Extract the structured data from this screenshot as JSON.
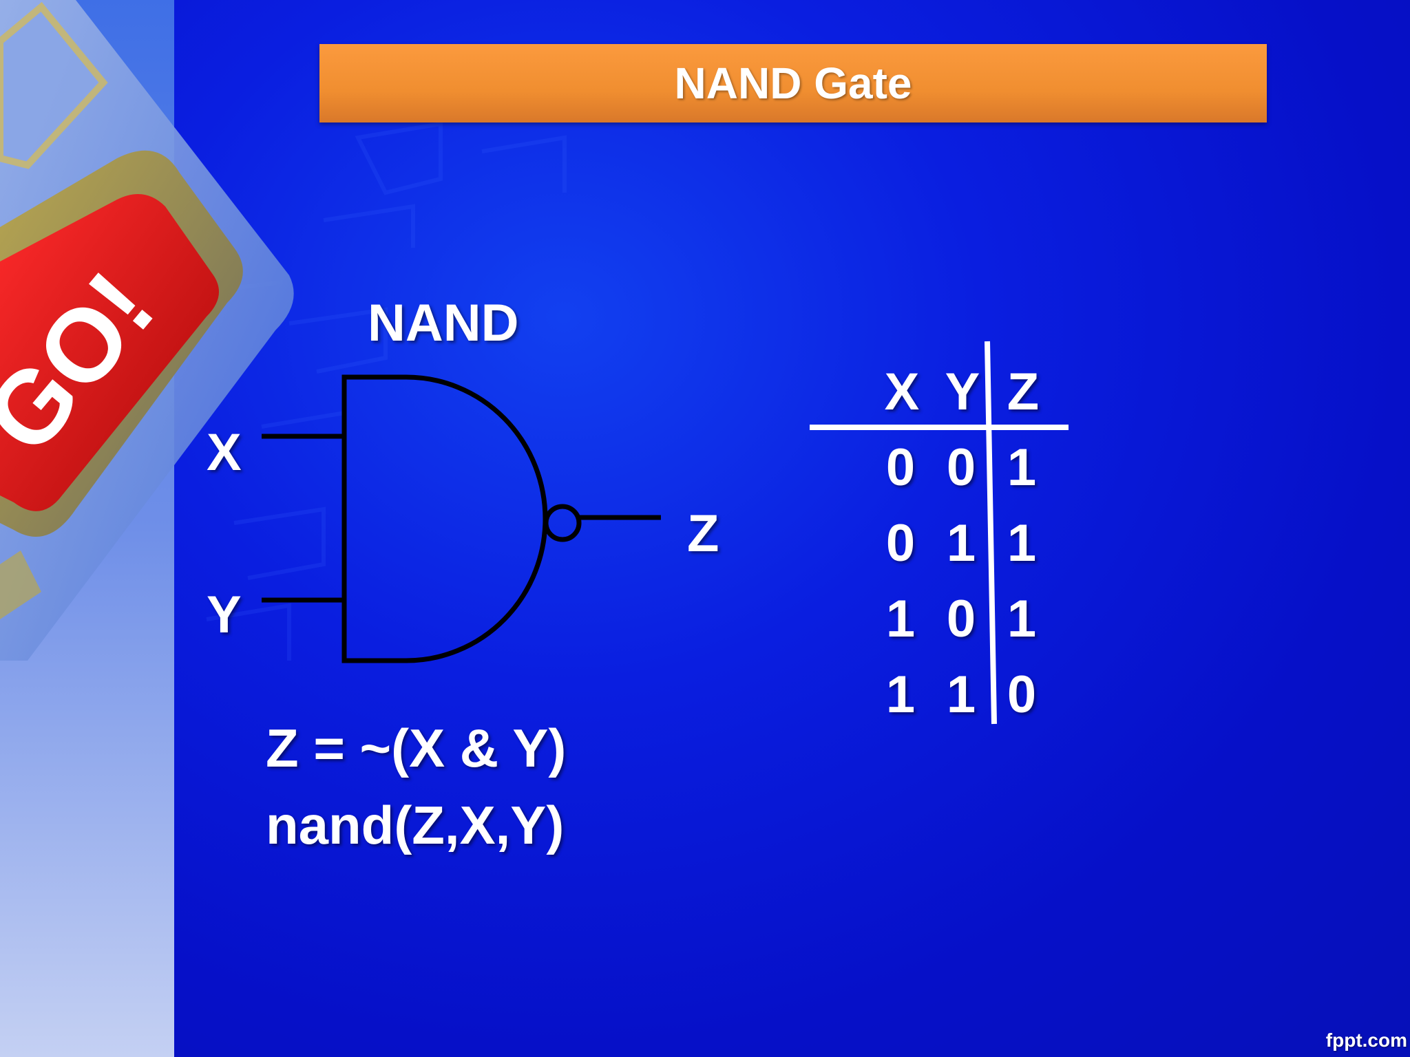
{
  "slide": {
    "title": "NAND Gate",
    "gate_label": "NAND",
    "input_x": "X",
    "input_y": "Y",
    "output_z": "Z",
    "equation": "Z = ~(X & Y)",
    "verilog": "nand(Z,X,Y)",
    "footer": "fppt.com",
    "button_text": "GO!"
  },
  "truth_table": {
    "headers": [
      "X",
      "Y",
      "Z"
    ],
    "rows": [
      [
        "0",
        "0",
        "1"
      ],
      [
        "0",
        "1",
        "1"
      ],
      [
        "1",
        "0",
        "1"
      ],
      [
        "1",
        "1",
        "0"
      ]
    ]
  },
  "colors": {
    "background": "#0a1ee0",
    "title_bar": "#f08e30",
    "go_button": "#d01010",
    "text": "#ffffff",
    "gate_stroke": "#000000"
  }
}
